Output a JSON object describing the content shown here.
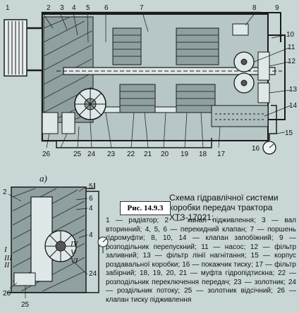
{
  "top_diagram": {
    "callouts": [
      "1",
      "2",
      "3",
      "4",
      "5",
      "6",
      "7",
      "8",
      "9",
      "10",
      "11",
      "12",
      "13",
      "14",
      "15",
      "16",
      "17",
      "18",
      "19",
      "20",
      "21",
      "22",
      "23",
      "24",
      "25",
      "26"
    ]
  },
  "bottom_diagram": {
    "label": "а)",
    "callouts": [
      "2",
      "5",
      "6",
      "4",
      "4",
      "24",
      "26",
      "25"
    ],
    "roman": [
      "I",
      "II",
      "III",
      "IV",
      "V",
      "VI"
    ]
  },
  "figure_label": "Рис. 14.9.3",
  "caption_line1": "Схема гідравлічної системи",
  "caption_line2": "коробки передач трактора ХТЗ-17021:",
  "legend_text": "1 — радіатор; 2 — канал підживлення; 3 — вал вторинний; 4, 5, 6 — перекидний клапан; 7 — поршень гідромуфти; 8, 10, 14 — клапан запобіжний; 9 — розподільник перепускний; 11 — насос; 12 — фільтр заливний; 13 — фільтр лінії нагнітання; 15 — корпус роздавальної коробки; 16 — покажчик тиску; 17 — фільтр забірний; 18, 19, 20, 21 — муфта гідропідтискна; 22 — розподільник переключення передач; 23 — золотник; 24 — роздільник потоку; 25 — золотник відсічний; 26 — клапан тиску підживлення"
}
